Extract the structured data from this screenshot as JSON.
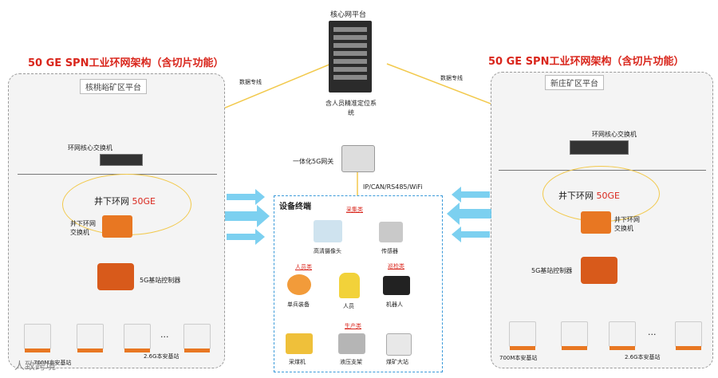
{
  "core": {
    "label": "核心网平台",
    "system_label": "含人员精准定位系统"
  },
  "left": {
    "title": "50 GE SPN工业环网架构（含切片功能）",
    "platform": "核桃峪矿区平台",
    "link": "数据专线",
    "core_switch": "环网核心交换机",
    "ring_prefix": "井下环网",
    "ring_suffix": "50GE",
    "down_switch": "井下环网交换机",
    "controller": "5G基站控制器",
    "bs_700": "700M本安基站",
    "bs_26": "2.6G本安基站",
    "ellipsis": "..."
  },
  "right": {
    "title": "50 GE SPN工业环网架构（含切片功能）",
    "platform": "新庄矿区平台",
    "link": "数据专线",
    "core_switch": "环网核心交换机",
    "ring_prefix": "井下环网",
    "ring_suffix": "50GE",
    "down_switch": "井下环网交换机",
    "controller": "5G基站控制器",
    "bs_700": "700M本安基站",
    "bs_26": "2.6G本安基站",
    "ellipsis": "..."
  },
  "gateway": {
    "label": "一体化5G网关",
    "interfaces": "IP/CAN/RS485/WiFi"
  },
  "terminal": {
    "title": "设备终端",
    "cat_collect": "采集类",
    "cam": "高清摄像头",
    "sensor": "传感器",
    "cat_person": "人员类",
    "cat_inspect": "巡检类",
    "phone": "单兵装备",
    "person": "人员",
    "robot": "机器人",
    "cat_prod": "生产类",
    "miner": "采煤机",
    "support": "液压支架",
    "drill": "煤矿大站"
  },
  "watermark": "人致跨境",
  "colors": {
    "title_red": "#d9261c",
    "ring": "#f2c94c",
    "arrow": "#66c8ee",
    "orange": "#e87722",
    "terminal_border": "#3a9ad9"
  }
}
